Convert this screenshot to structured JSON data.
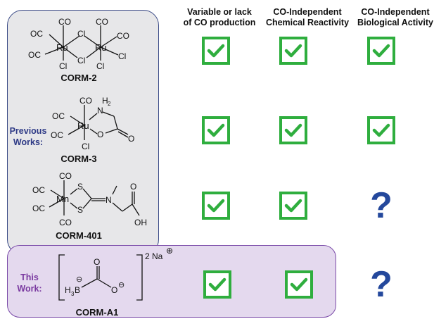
{
  "headers": [
    "Variable or lack\nof CO production",
    "CO-Independent\nChemical Reactivity",
    "CO-Independent\nBiological Activity"
  ],
  "labels": {
    "previous": "Previous\nWorks:",
    "this": "This\nWork:"
  },
  "colors": {
    "check": "#2fae3e",
    "question": "#24489c",
    "previous_label": "#2e3a86",
    "this_label": "#7a3aa0"
  },
  "rows": [
    {
      "name": "CORM-2",
      "marks": [
        "check",
        "check",
        "check"
      ]
    },
    {
      "name": "CORM-3",
      "marks": [
        "check",
        "check",
        "check"
      ]
    },
    {
      "name": "CORM-401",
      "marks": [
        "check",
        "check",
        "question"
      ]
    },
    {
      "name": "CORM-A1",
      "marks": [
        "check",
        "check",
        "question"
      ]
    }
  ],
  "atoms": {
    "co": "CO",
    "oc": "OC",
    "ru": "Ru",
    "mn": "Mn",
    "cl": "Cl",
    "o": "O",
    "n": "N",
    "h2": "H",
    "h2_sub": "2",
    "s": "S",
    "oh": "OH",
    "b": "B",
    "h3": "H",
    "h3_sub": "3",
    "minus": "⊖",
    "plus": "⊕",
    "counter_ion": "2 Na"
  },
  "question_glyph": "?"
}
